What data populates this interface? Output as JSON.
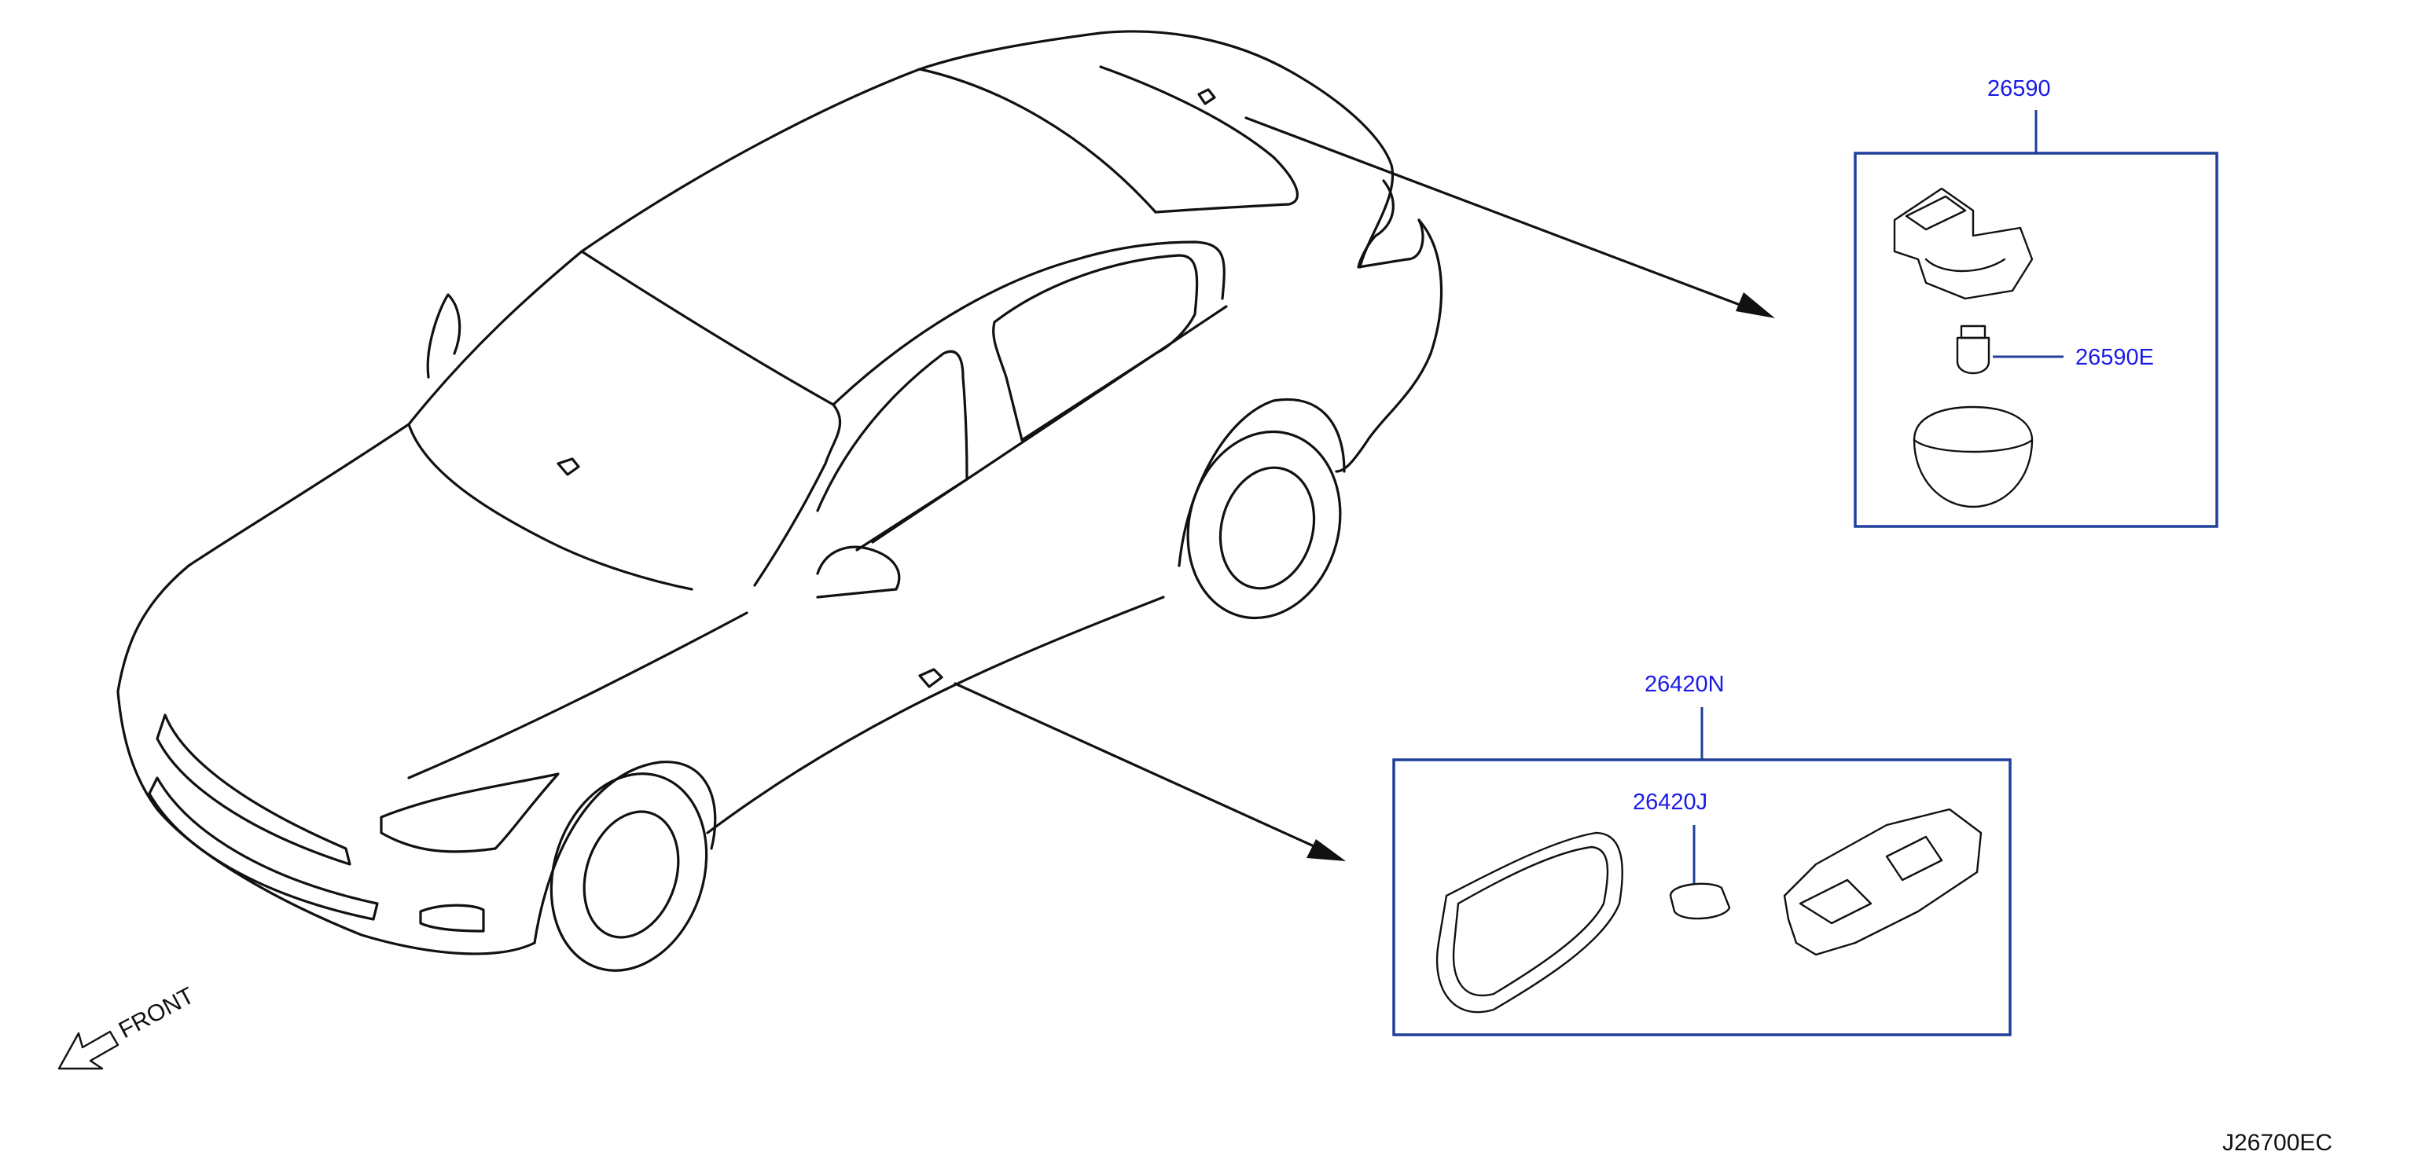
{
  "colors": {
    "line": "#111111",
    "callout_text": "#1a1ae6",
    "callout_box": "#1f3f9a",
    "background": "#ffffff"
  },
  "labels": {
    "front": "FRONT",
    "diagram_id": "J26700EC"
  },
  "callouts": [
    {
      "part_no": "26590",
      "description_shown": ""
    },
    {
      "part_no": "26590E",
      "description_shown": ""
    },
    {
      "part_no": "26420N",
      "description_shown": ""
    },
    {
      "part_no": "26420J",
      "description_shown": ""
    }
  ]
}
